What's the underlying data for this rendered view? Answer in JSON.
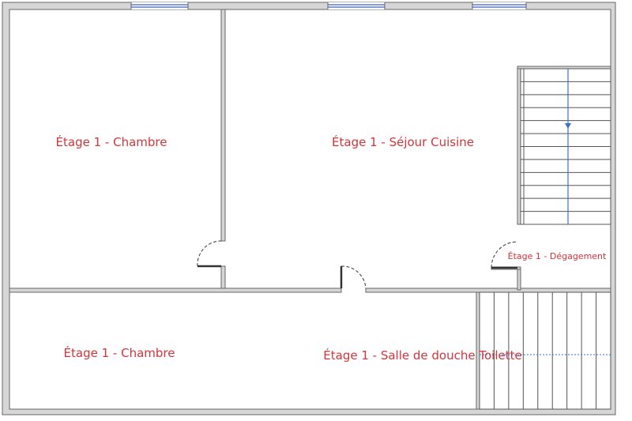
{
  "floor_plan": {
    "colors": {
      "wall": "#666666",
      "wall_fill": "#d6d6d6",
      "label": "#d2343a",
      "window": "#3a5fc8",
      "stair_arrow": "#3a6fd8",
      "door_arc": "#333333"
    },
    "rooms": {
      "chambre_top": "Étage 1 - Chambre",
      "sejour": "Étage 1 - Séjour Cuisine",
      "degagement": "Étage 1 - Dégagement",
      "chambre_bottom": "Étage 1  - Chambre",
      "salle_de_douche": "Étage 1 - Salle de douche Toilette"
    },
    "stairs": {
      "upper_steps": 12,
      "lower_steps": 9,
      "upper_direction": "down"
    }
  }
}
